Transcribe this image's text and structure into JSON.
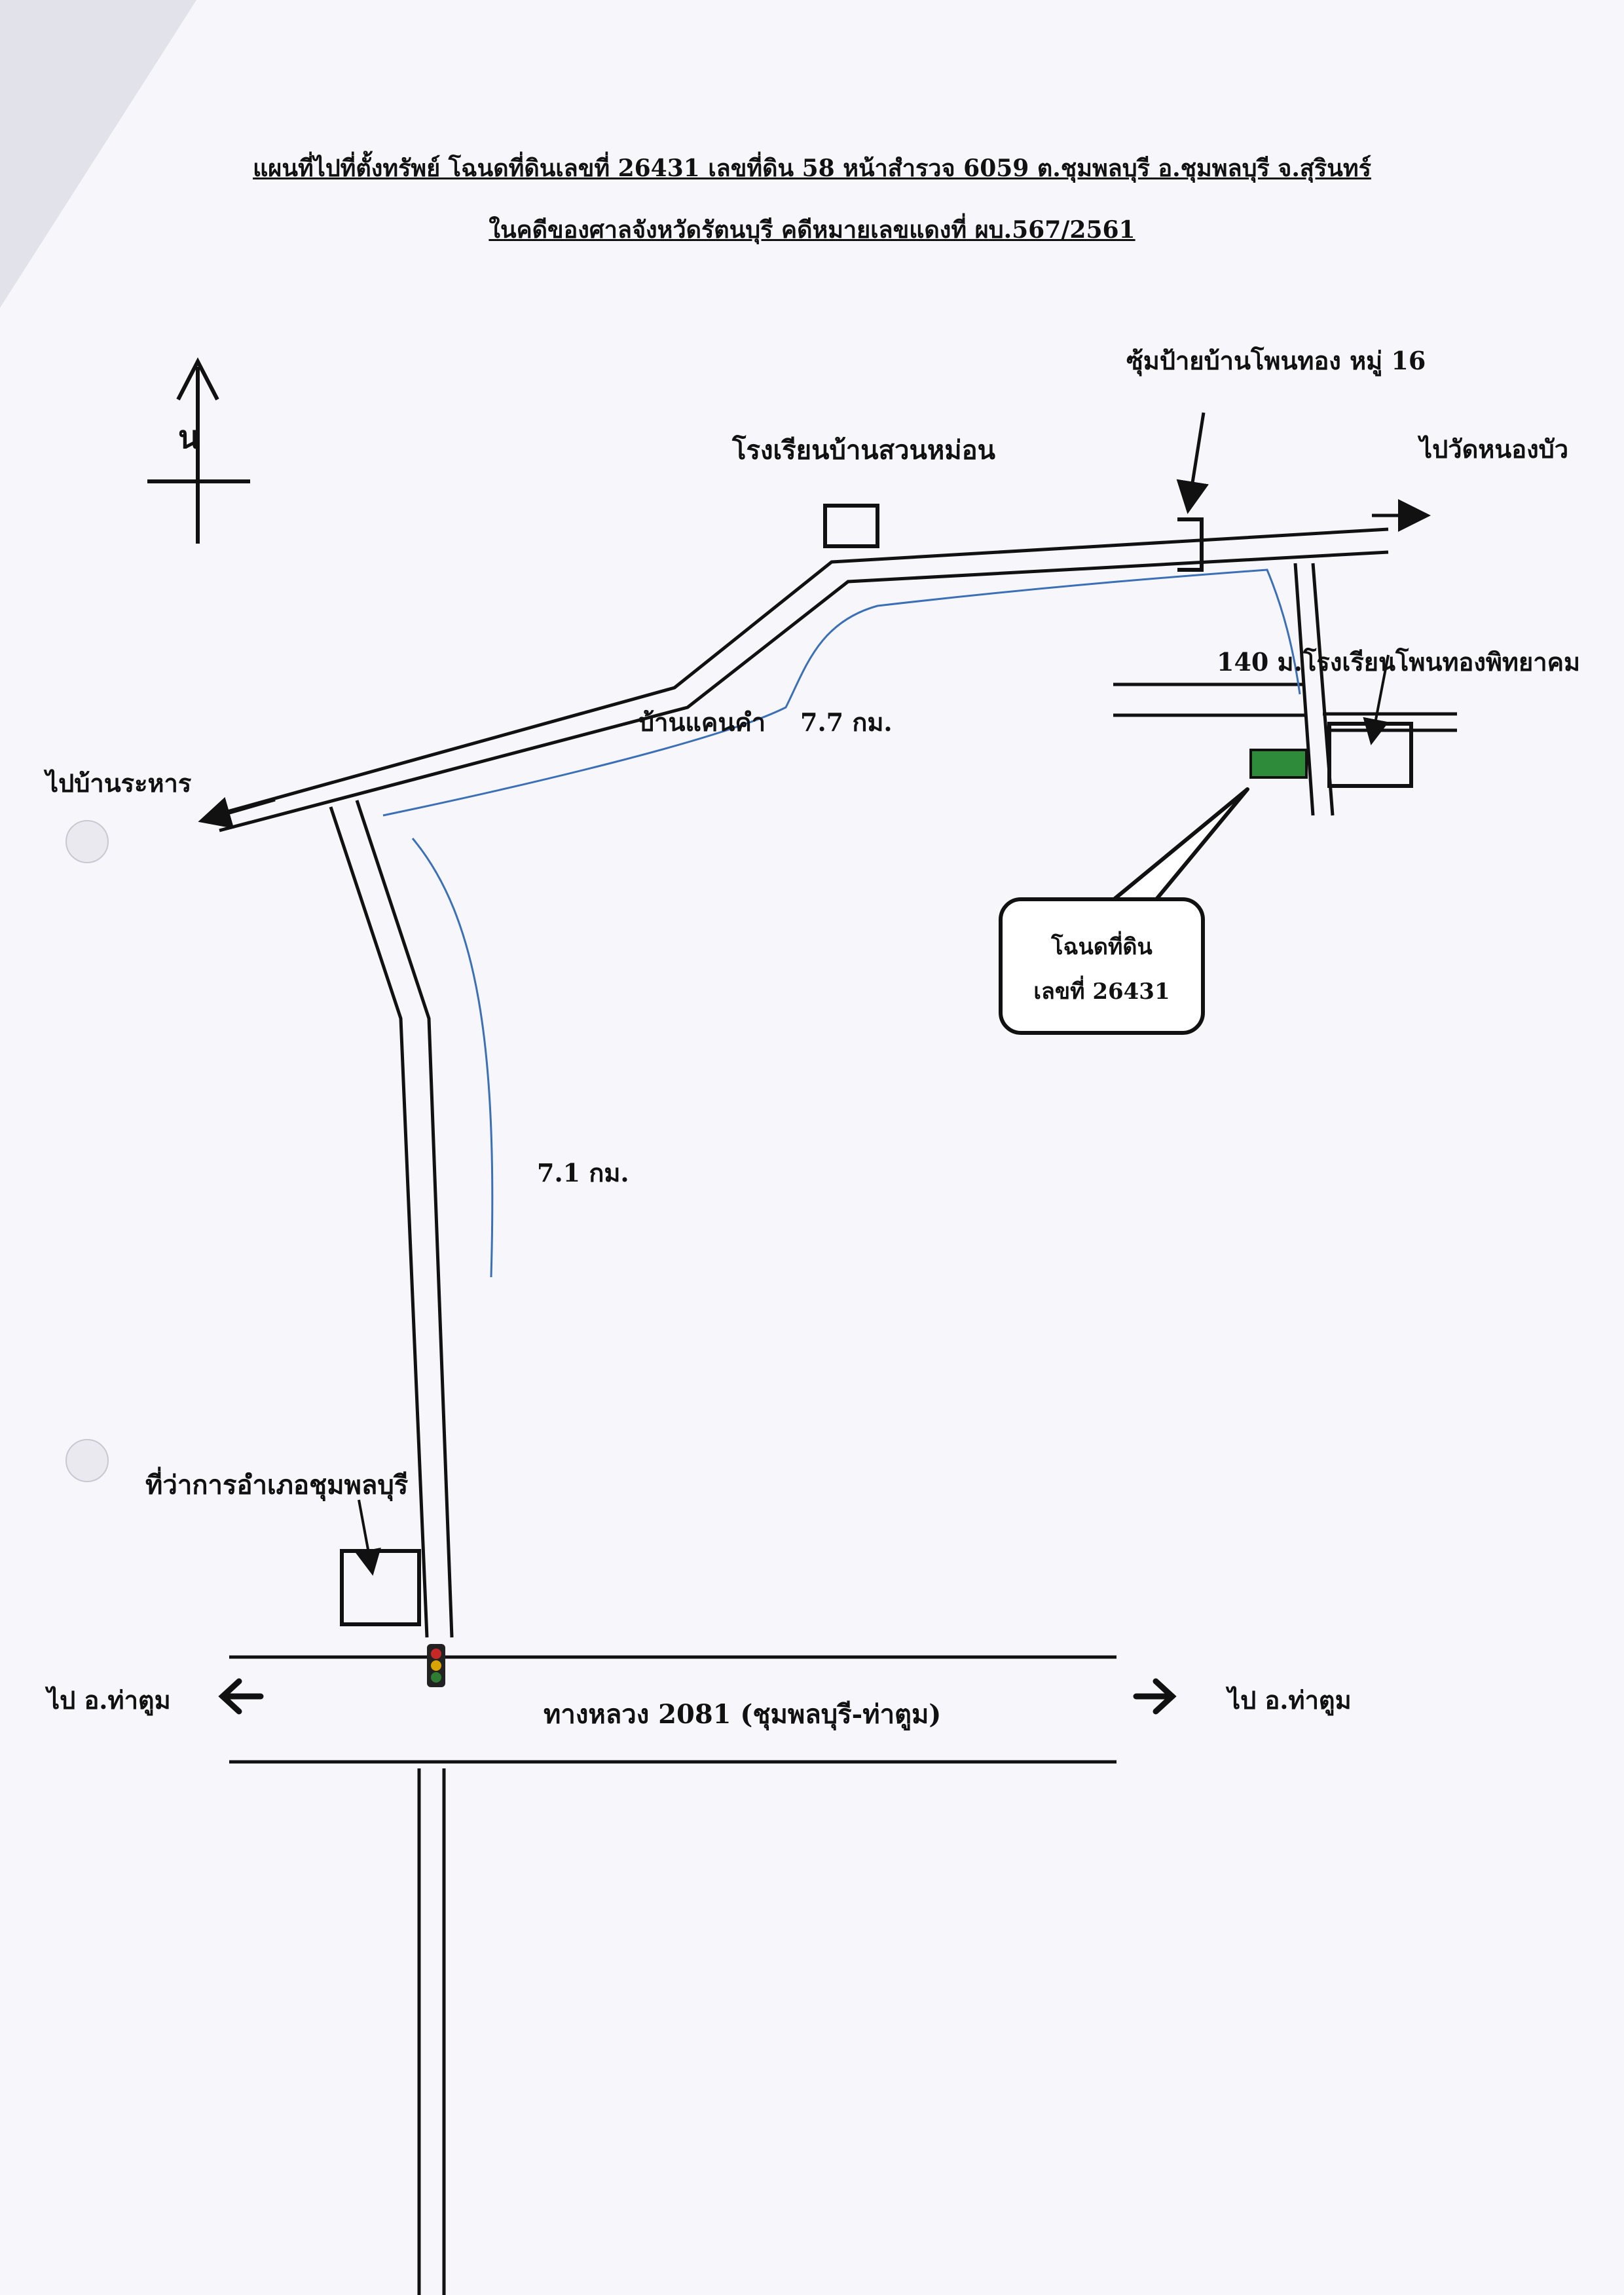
{
  "header": {
    "line1": "แผนที่ไปที่ตั้งทรัพย์ โฉนดที่ดินเลขที่  26431   เลขที่ดิน  58   หน้าสำรวจ 6059   ต.ชุมพลบุรี   อ.ชุมพลบุรี  จ.สุรินทร์",
    "line2": "ในคดีของศาลจังหวัดรัตนบุรี    คดีหมายเลขแดงที่  ผบ.567/2561"
  },
  "compass": {
    "north_label": "น"
  },
  "places": {
    "school_suan_mon": "โรงเรียนบ้านสวนหม่อน",
    "arch_phon_thong": "ซุ้มป้ายบ้านโพนทอง หมู่ 16",
    "to_wat_nong_bua": "ไปวัดหนองบัว",
    "distance_140": "140 ม.",
    "school_phon_thong": "โรงเรียนโพนทองพิทยาคม",
    "ban_kaen_kham": "บ้านแคนคำ",
    "dist_7_7": "7.7 กม.",
    "to_ban_rahan": "ไปบ้านระหาร",
    "dist_7_1": "7.1 กม.",
    "district_office": "ที่ว่าการอำเภอชุมพลบุรี",
    "to_tha_tum_left": "ไป อ.ท่าตูม",
    "to_tha_tum_right": "ไป อ.ท่าตูม",
    "highway": "ทางหลวง 2081  (ชุมพลบุรี-ท่าตูม)"
  },
  "deed_callout": {
    "line1": "โฉนดที่ดิน",
    "line2": "เลขที่ 26431"
  },
  "colors": {
    "ink": "#111111",
    "river": "#3b6fb6",
    "parcel": "#2e8b3a",
    "traffic_red": "#c62828",
    "traffic_yellow": "#d9a400",
    "traffic_green": "#2e7d32"
  }
}
